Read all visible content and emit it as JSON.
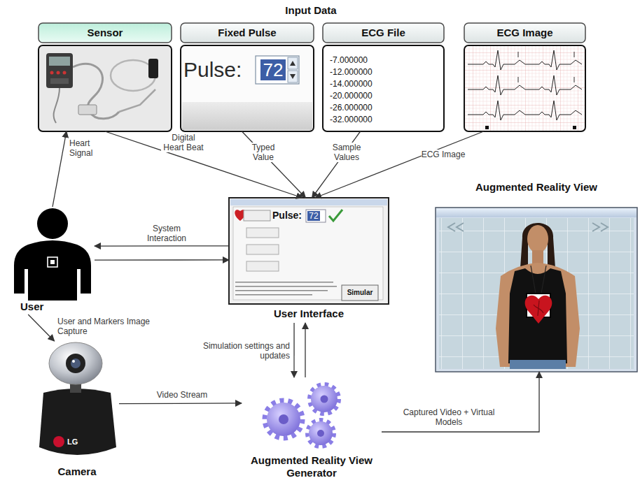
{
  "diagram": {
    "title": "Input Data",
    "nodes": [
      {
        "text": [
          "Sensor"
        ]
      },
      {
        "text": [
          "Fixed Pulse",
          "Pulse:",
          "72"
        ]
      },
      {
        "text": [
          "ECG File",
          "-7.000000",
          "-12.000000",
          "-14.000000",
          "-20.000000",
          "-26.000000",
          "-32.000000"
        ]
      },
      {
        "text": [
          "ECG Image"
        ]
      },
      {
        "text": [
          "User"
        ]
      },
      {
        "text": [
          "User Interface",
          "Pulse:",
          "72",
          "Simular"
        ]
      },
      {
        "text": [
          "Camera",
          "LG"
        ]
      },
      {
        "text": [
          "Augmented Reality View Generator"
        ]
      },
      {
        "text": [
          "Augmented Reality View"
        ]
      }
    ],
    "edges": [
      {
        "from": 4,
        "to": 0,
        "label": "Heart Signal",
        "arrow": "to"
      },
      {
        "from": 0,
        "to": 5,
        "label": "Digital Heart Beat",
        "arrow": "to"
      },
      {
        "from": 1,
        "to": 5,
        "label": "Typed Value",
        "arrow": "to"
      },
      {
        "from": 2,
        "to": 5,
        "label": "Sample Values",
        "arrow": "to"
      },
      {
        "from": 3,
        "to": 5,
        "label": "ECG Image",
        "arrow": "to"
      },
      {
        "from": 5,
        "to": 4,
        "label": "System Interaction",
        "arrow": "to"
      },
      {
        "from": 4,
        "to": 5,
        "arrow": "to"
      },
      {
        "from": 4,
        "to": 6,
        "label": "User and Markers Image Capture",
        "arrow": "to"
      },
      {
        "from": 6,
        "to": 7,
        "label": "Video Stream",
        "arrow": "to"
      },
      {
        "from": 5,
        "to": 7,
        "label": "Simulation settings and updates",
        "arrow": "to"
      },
      {
        "from": 7,
        "to": 5,
        "arrow": "to"
      },
      {
        "from": 7,
        "to": 8,
        "label": "Captured Video + Virtual Models",
        "arrow": "to"
      }
    ]
  }
}
